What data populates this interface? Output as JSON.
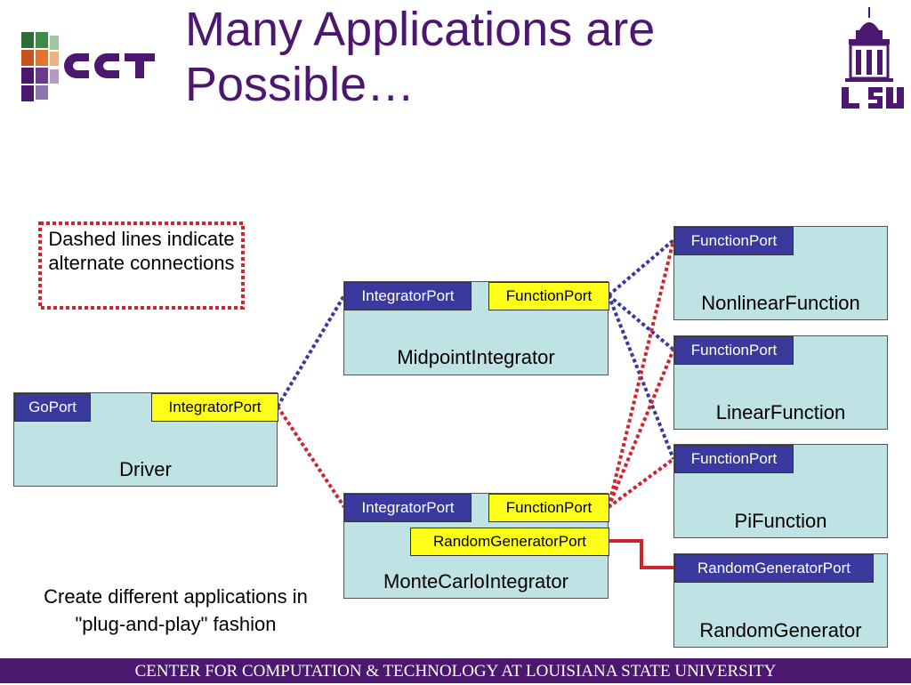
{
  "title": "Many Applications are Possible…",
  "logos": {
    "left": "cct",
    "right": "LSU"
  },
  "note": "Dashed lines indicate alternate connections",
  "caption": "Create different applications in \"plug-and-play\" fashion",
  "footer": "CENTER FOR COMPUTATION & TECHNOLOGY AT LOUISIANA STATE UNIVERSITY",
  "colors": {
    "title": "#4b176f",
    "footer_bg": "#4b176f",
    "component_fill": "#bfe2e4",
    "uses_port": "#3a3a9e",
    "provides_port": "#ffff1a",
    "wire_blue": "#3a3a9e",
    "wire_red": "#d0252f"
  },
  "components": {
    "driver": {
      "name": "Driver",
      "ports": {
        "go": "GoPort",
        "integrator": "IntegratorPort"
      }
    },
    "midpoint": {
      "name": "MidpointIntegrator",
      "ports": {
        "integrator": "IntegratorPort",
        "function": "FunctionPort"
      }
    },
    "montecarlo": {
      "name": "MonteCarloIntegrator",
      "ports": {
        "integrator": "IntegratorPort",
        "function": "FunctionPort",
        "random": "RandomGeneratorPort"
      }
    },
    "nonlinear": {
      "name": "NonlinearFunction",
      "ports": {
        "function": "FunctionPort"
      }
    },
    "linear": {
      "name": "LinearFunction",
      "ports": {
        "function": "FunctionPort"
      }
    },
    "pi": {
      "name": "PiFunction",
      "ports": {
        "function": "FunctionPort"
      }
    },
    "random": {
      "name": "RandomGenerator",
      "ports": {
        "random": "RandomGeneratorPort"
      }
    }
  },
  "connections": [
    {
      "from": "Driver.IntegratorPort",
      "to": "MidpointIntegrator.IntegratorPort",
      "style": "dashed",
      "color": "blue"
    },
    {
      "from": "Driver.IntegratorPort",
      "to": "MonteCarloIntegrator.IntegratorPort",
      "style": "dashed",
      "color": "red"
    },
    {
      "from": "MidpointIntegrator.FunctionPort",
      "to": "NonlinearFunction.FunctionPort",
      "style": "dashed",
      "color": "blue"
    },
    {
      "from": "MidpointIntegrator.FunctionPort",
      "to": "LinearFunction.FunctionPort",
      "style": "dashed",
      "color": "blue"
    },
    {
      "from": "MidpointIntegrator.FunctionPort",
      "to": "PiFunction.FunctionPort",
      "style": "dashed",
      "color": "blue"
    },
    {
      "from": "MonteCarloIntegrator.FunctionPort",
      "to": "NonlinearFunction.FunctionPort",
      "style": "dashed",
      "color": "red"
    },
    {
      "from": "MonteCarloIntegrator.FunctionPort",
      "to": "LinearFunction.FunctionPort",
      "style": "dashed",
      "color": "red"
    },
    {
      "from": "MonteCarloIntegrator.FunctionPort",
      "to": "PiFunction.FunctionPort",
      "style": "dashed",
      "color": "red"
    },
    {
      "from": "MonteCarloIntegrator.RandomGeneratorPort",
      "to": "RandomGenerator.RandomGeneratorPort",
      "style": "solid",
      "color": "red"
    }
  ]
}
